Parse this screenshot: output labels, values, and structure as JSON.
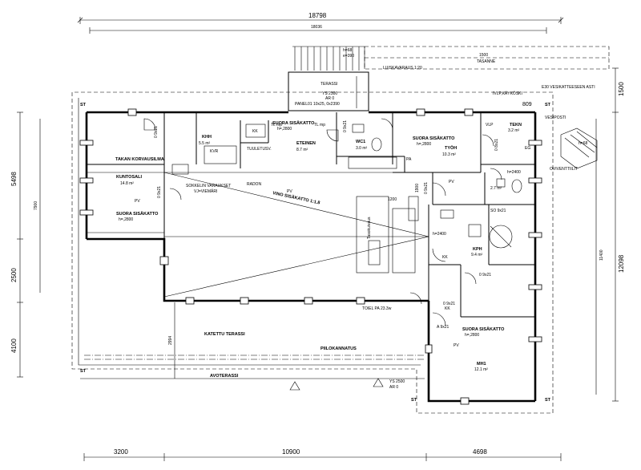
{
  "dimensions": {
    "top_total": "18798",
    "top_inner": "18036",
    "bottom_left": "3200",
    "bottom_mid": "10900",
    "bottom_right": "4698",
    "left_a": "5498",
    "left_b": "2500",
    "left_c": "4100",
    "left_inner": "7900",
    "right_a": "1500",
    "right_b": "12098",
    "right_inner": "11400",
    "ridge_left": "1200",
    "ridge_right": "1900",
    "top_small": "1500",
    "terrace_h": "2994",
    "wall_809": "809"
  },
  "rooms": [
    {
      "id": "kuntosali",
      "name": "KUNTOSALI",
      "area": "14.8 m²",
      "note1": "PV",
      "note2": "SUORA SISÄKATTO",
      "note3": "h=,2800"
    },
    {
      "id": "khh",
      "name": "KHH",
      "area": "5.5 m²"
    },
    {
      "id": "eteinen",
      "name": "ETEINEN",
      "area": "8.7 m²",
      "note1": "SUORA SISÄKATTO",
      "note2": "h=,2800",
      "note3": "PV"
    },
    {
      "id": "wc1",
      "name": "WC1",
      "area": "3.0 m²"
    },
    {
      "id": "tyo",
      "name": "TYÖH",
      "area": "10.3 m²",
      "note1": "SUORA SISÄKATTO",
      "note2": "h=,2800",
      "note3": "PV"
    },
    {
      "id": "tekn",
      "name": "TEKN",
      "area": "3.2 m²"
    },
    {
      "id": "kph",
      "name": "KPH",
      "area": "9.4 m²"
    },
    {
      "id": "mh1",
      "name": "MH1",
      "area": "12.1 m²",
      "note1": "SUORA SISÄKATTO",
      "note2": "h=,2800",
      "note3": "PV"
    }
  ],
  "labels": {
    "terassi": "TERASSI",
    "terassi_h1": "YS 2300",
    "terassi_h2": "AR 0",
    "terassi_panel": "PANEL01 10x25, 0x2390",
    "luiskavaraus": "LUISKAVARAUS 1:20",
    "tasanne": "TASANNE",
    "ramp_h1": "h=68",
    "ramp_h2": "e=390",
    "ivlp_kayki": "IVLP,KÄYKÖSKI",
    "e30": "E30 VESIKATTEESEEN ASTI",
    "vesiposti": "VESIPOSTI",
    "st": "ST",
    "kk": "KK",
    "tl_mp": "TL mp",
    "suora_sisakatto": "SUORA SISÄKATTO",
    "h2800": "h=,2800",
    "tuuletusv": "TUULETUSV.",
    "takan_korvausilma": "TAKAN KORVAUSILMA",
    "sokkelin_varaukset": "SOKKELIN VARAUKSET",
    "vj_viemari": "VJ=VIEMÄRI",
    "radon": "RADON",
    "vino_sisakatto": "VINO SISÄKATTO 1:1.8",
    "kvr": "KVR",
    "vlp": "VLP",
    "pa": "PA",
    "kk_pk": "KK",
    "eg": "EG",
    "ovi": "OVIVENTTIILIT",
    "h2400": "h=2400",
    "h2400b": "h=2400",
    "wc_area": "2.7 m²",
    "katettu_terassi": "KATETTU TERASSI",
    "piilokannatus": "PIILOKANNATUS",
    "avoterassi": "AVOTERASSI",
    "toiel": "TOIEL PA 23.3w",
    "ys2500": "YS 2500",
    "ar0": "AR 0",
    "door_9x21": "0 9x21",
    "door_9x21b": "0 9x21",
    "door_9x21c": "0 9x21",
    "door_9x21d": "0 9x21",
    "door_9x21e": "0 9x21",
    "door_9x21f": "A 9x21",
    "door_8x21": "0 8x21",
    "door_9x21g": "SO 9x21",
    "kk2": "KK",
    "tasokuivaus": "Tasokuivaus",
    "h_lbl": "h=2400"
  }
}
